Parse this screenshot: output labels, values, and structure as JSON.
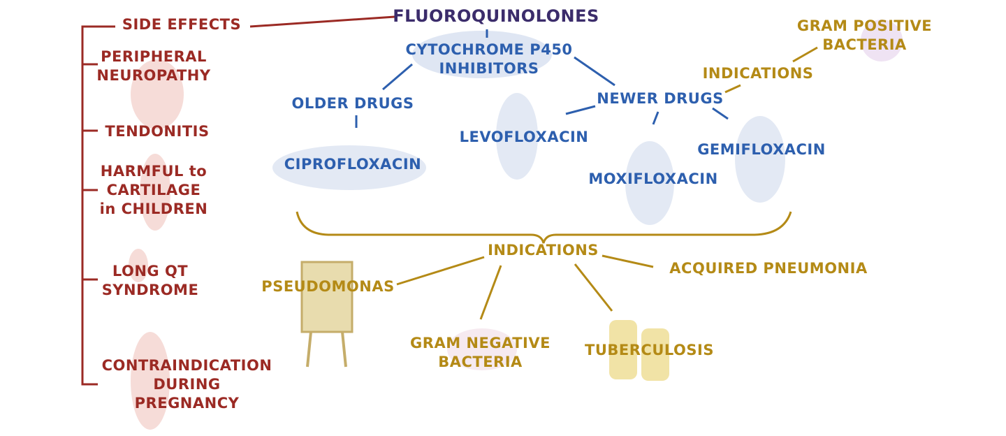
{
  "title": "FLUOROQUINOLONES",
  "side_effects": {
    "heading": "SIDE EFFECTS",
    "items": [
      "PERIPHERAL\nNEUROPATHY",
      "TENDONITIS",
      "HARMFUL to\nCARTILAGE\nin CHILDREN",
      "LONG QT\nSYNDROME",
      "CONTRAINDICATION\nDURING\nPREGNANCY"
    ]
  },
  "mechanism": "CYTOCHROME P450\nINHIBITORS",
  "older_drugs": {
    "label": "OLDER DRUGS",
    "drugs": [
      "CIPROFLOXACIN"
    ]
  },
  "newer_drugs": {
    "label": "NEWER DRUGS",
    "drugs": [
      "LEVOFLOXACIN",
      "MOXIFLOXACIN",
      "GEMIFLOXACIN"
    ],
    "indications_label": "INDICATIONS",
    "indications": [
      "GRAM POSITIVE\nBACTERIA"
    ]
  },
  "indications": {
    "label": "INDICATIONS",
    "items": [
      "PSEUDOMONAS",
      "GRAM NEGATIVE\nBACTERIA",
      "TUBERCULOSIS",
      "ACQUIRED PNEUMONIA"
    ]
  },
  "colors": {
    "side_effects": "#9b2a24",
    "drugs": "#2d5fae",
    "indications": "#b48a16",
    "title": "#3b2c6b"
  }
}
